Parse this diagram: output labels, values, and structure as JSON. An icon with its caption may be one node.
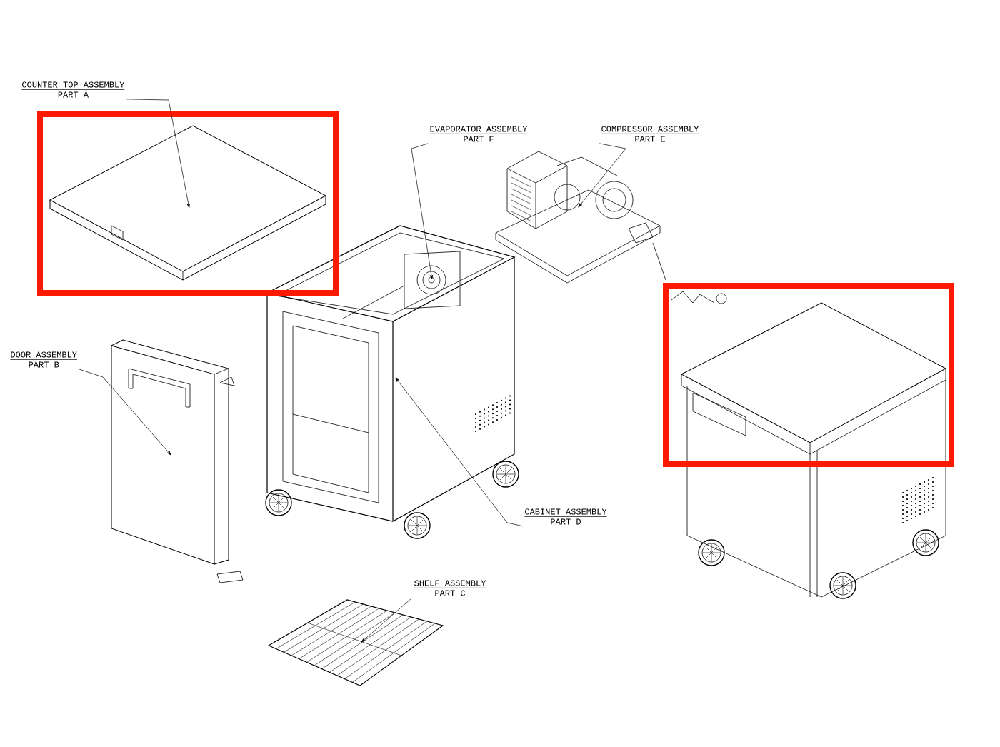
{
  "diagram": {
    "nodes": [
      {
        "text": [
          "COUNTER TOP ASSEMBLY",
          "PART A"
        ]
      },
      {
        "text": [],
        "shape": "picture"
      },
      {
        "text": [
          "EVAPORATOR ASSEMBLY",
          "PART F"
        ]
      },
      {
        "text": [
          "COMPRESSOR ASSEMBLY",
          "PART E"
        ]
      },
      {
        "text": [],
        "shape": "picture"
      },
      {
        "text": [
          "DOOR ASSEMBLY",
          "PART B"
        ]
      },
      {
        "text": [],
        "shape": "picture"
      },
      {
        "text": [],
        "shape": "picture"
      },
      {
        "text": [],
        "shape": "picture",
        "in": 7
      },
      {
        "text": [
          "CABINET ASSEMBLY",
          "PART D"
        ]
      },
      {
        "text": [
          "SHELF ASSEMBLY",
          "PART C"
        ]
      },
      {
        "text": [],
        "shape": "picture"
      }
    ],
    "edges": [
      {
        "from": 0,
        "to": 1,
        "arrow": "to"
      },
      {
        "from": 2,
        "to": 8,
        "arrow": "to"
      },
      {
        "from": 3,
        "to": 4,
        "arrow": "to"
      },
      {
        "from": 5,
        "to": 6,
        "arrow": "to"
      },
      {
        "from": 9,
        "to": 7,
        "arrow": "to"
      },
      {
        "from": 10,
        "to": 11,
        "arrow": "to"
      }
    ]
  }
}
